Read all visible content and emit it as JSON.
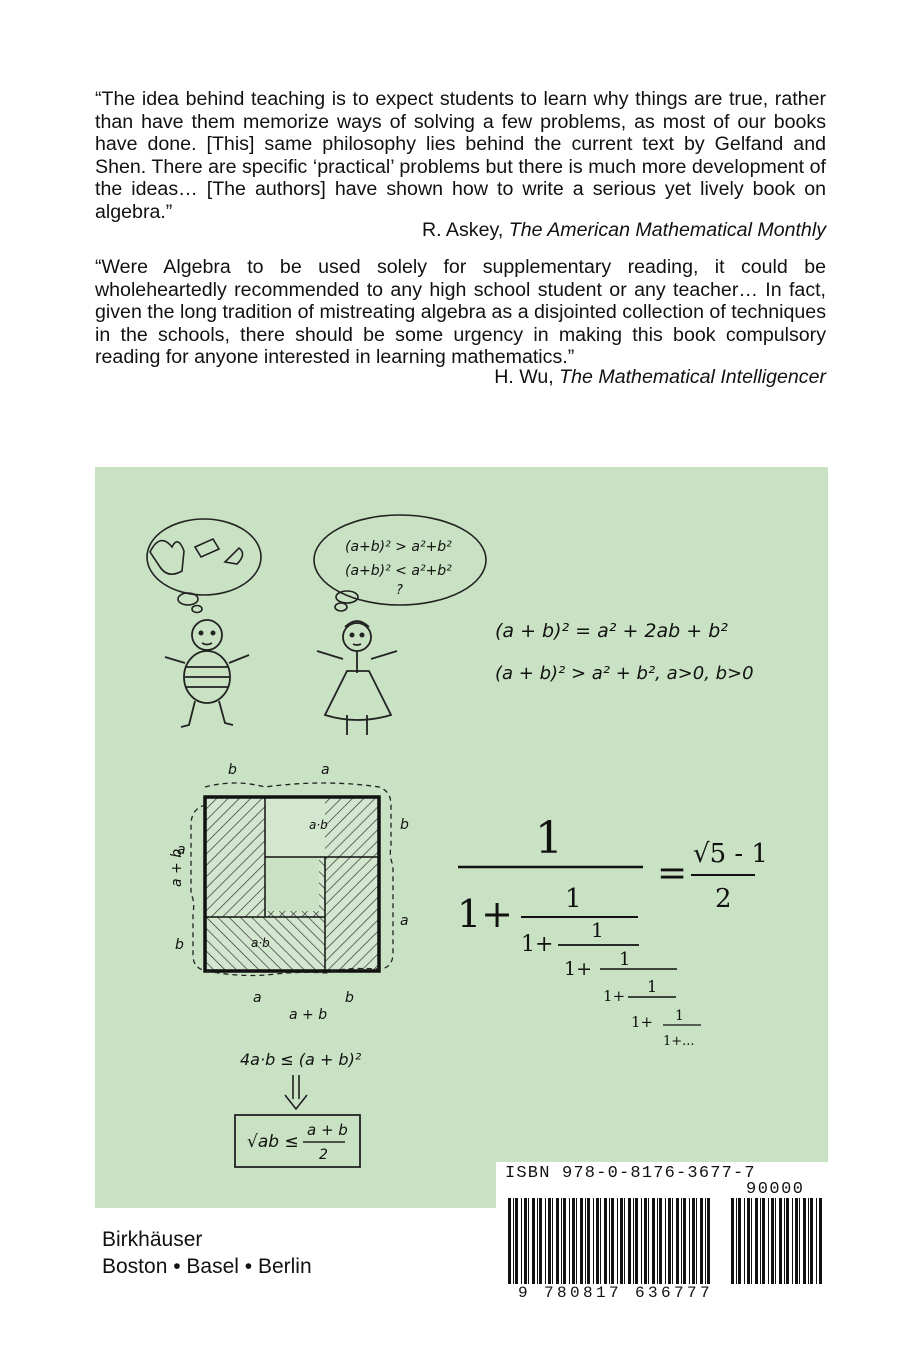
{
  "quotes": [
    {
      "text": "“The idea behind teaching is to expect students to learn why things are true, rather than have them memorize ways of solving a few problems, as most of our books have done. [This] same philosophy lies behind the current text by Gelfand and Shen. There are specific ‘practical’ problems but there is much more development of the ideas… [The authors] have shown how to write a serious yet lively book on algebra.”",
      "author": "R. Askey,",
      "source": "The American Mathematical Monthly"
    },
    {
      "text": "“Were Algebra to be used solely for supplementary reading, it could be wholeheartedly recommended to any high school student or any teacher… In fact, given the long tradition of mistreating algebra as a disjointed collection of techniques in the schools, there should be some urgency in making this book compulsory reading for anyone interested in learning mathematics.”",
      "author": "H. Wu,",
      "source": "The Mathematical Intelligencer"
    }
  ],
  "illustration": {
    "girl_bubble_line1": "(a+b)² > a²+b²",
    "girl_bubble_line2": "(a+b)² < a²+b²",
    "girl_bubble_q": "?",
    "formula_1": "(a + b)² = a² + 2ab + b²",
    "formula_2": "(a + b)² > a² + b²,  a>0, b>0",
    "square_labels": {
      "top_b": "b",
      "top_a": "a",
      "right_b": "b",
      "right_a": "a",
      "bottom_a": "a",
      "bottom_b": "b",
      "bottom_sum": "a + b",
      "left_a": "a",
      "left_b": "b",
      "left_sum": "a + b",
      "inner_ab": "a·b"
    },
    "inequality": "4a·b ≤ (a + b)²",
    "boxed_lhs": "√ab ≤",
    "boxed_num": "a + b",
    "boxed_den": "2",
    "cf_one": "1",
    "cf_one_plus": "1+",
    "cf_one_plus_small": "1+",
    "cf_tail": "1+...",
    "cf_rhs_num": "√5 - 1",
    "cf_rhs_den": "2",
    "equals": "="
  },
  "isbn": "ISBN 978-0-8176-3677-7",
  "price_code": "90000",
  "barcode_digits": "9 780817 636777",
  "publisher": {
    "name": "Birkhäuser",
    "cities": "Boston • Basel • Berlin"
  },
  "colors": {
    "panel": "#c9e2c3",
    "text": "#111111"
  }
}
